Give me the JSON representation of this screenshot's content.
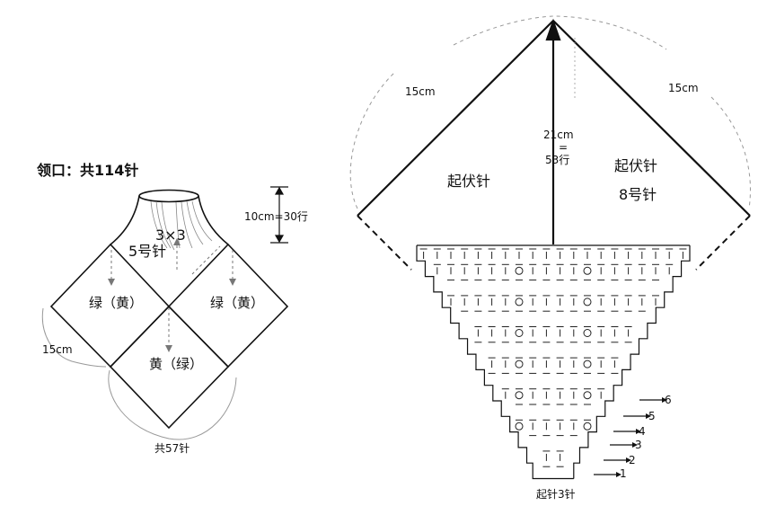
{
  "left_diagram": {
    "neckline_title": "领口：共114针",
    "rib_label_1": "3×3",
    "rib_label_2": "5号针",
    "height_label": "10cm=30行",
    "panel_top_left": "绿（黄）",
    "panel_top_right": "绿（黄）",
    "panel_bottom": "黄（绿）",
    "side_width": "15cm",
    "bottom_stitches": "共57针"
  },
  "right_diagram": {
    "left_edge": "15cm",
    "right_edge": "15cm",
    "center_height": "21cm",
    "center_equals": "=",
    "center_rows": "53行",
    "left_stitch": "起伏针",
    "right_stitch": "起伏针",
    "right_needle": "8号针",
    "cast_on": "起针3针",
    "row_numbers": [
      "1",
      "2",
      "3",
      "4",
      "5",
      "6"
    ]
  }
}
